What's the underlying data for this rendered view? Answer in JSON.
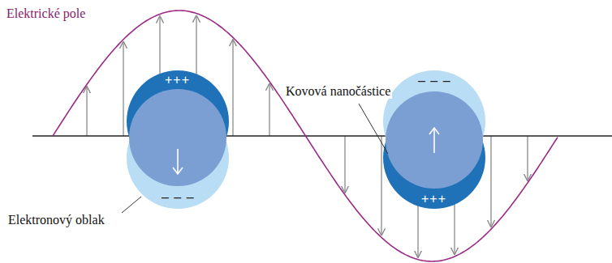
{
  "diagram": {
    "labels": [
      "Elektrické pole",
      "+++",
      "– – –",
      "Kovová nanočástice",
      "– – –",
      "+++",
      "Elektronový oblak"
    ]
  }
}
